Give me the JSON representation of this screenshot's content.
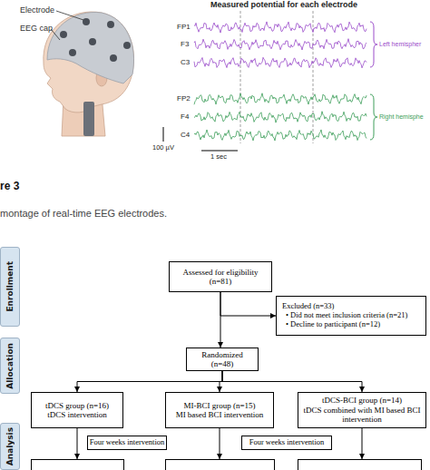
{
  "diagram": {
    "nodes": [
      {
        "text": [
          "Enrollment"
        ]
      },
      {
        "text": [
          "Allocation"
        ]
      },
      {
        "text": [
          "Analysis"
        ]
      },
      {
        "text": [
          "Assessed for eligibility (n=81)"
        ]
      },
      {
        "text": [
          "Excluded (n=33)",
          "• Did not meet inclusion criteria (n=21)",
          "• Decline to participant (n=12)"
        ]
      },
      {
        "text": [
          "Randomized (n=48)"
        ]
      },
      {
        "text": [
          "tDCS group (n=16)",
          "tDCS intervention"
        ]
      },
      {
        "text": [
          "MI-BCI group (n=15)",
          "MI based BCI intervention"
        ]
      },
      {
        "text": [
          "tDCS-BCI group (n=14)",
          "tDCS combined with MI based BCI intervention"
        ]
      },
      {
        "text": [
          "Four weeks intervention"
        ]
      },
      {
        "text": [
          "Four weeks intervention"
        ]
      }
    ],
    "edges": [
      {
        "from": 3,
        "to": 4,
        "arrow": "to"
      },
      {
        "from": 3,
        "to": 5,
        "arrow": "to"
      },
      {
        "from": 5,
        "to": 6,
        "arrow": "to"
      },
      {
        "from": 5,
        "to": 7,
        "arrow": "to"
      },
      {
        "from": 5,
        "to": 8,
        "arrow": "to"
      }
    ],
    "labels": [
      "Electrode",
      "EEG cap",
      "Measured potential for each electrode",
      "FP1",
      "F3",
      "C3",
      "Left hemispher",
      "FP2",
      "F4",
      "C4",
      "Right hemisphe",
      "100 µV",
      "1 sec",
      "re 3",
      "montage of real-time EEG electrodes."
    ]
  }
}
